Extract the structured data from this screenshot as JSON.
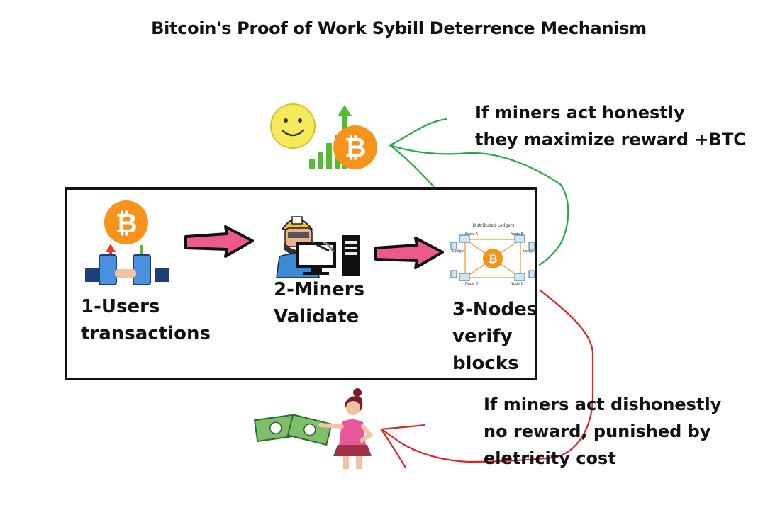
{
  "title": "Bitcoin's Proof of Work Sybill Deterrence Mechanism",
  "steps": [
    {
      "lines": [
        "1-Users",
        "transactions"
      ],
      "icon": "users-transacting-bitcoin-icon"
    },
    {
      "lines": [
        "2-Miners",
        "Validate"
      ],
      "icon": "miner-computer-icon"
    },
    {
      "lines": [
        "3-Nodes",
        "verify",
        "blocks"
      ],
      "icon": "distributed-ledger-network-icon"
    }
  ],
  "ledger": {
    "header": "Distributed Ledgers",
    "node_labels": [
      "Node A",
      "Node B",
      "Node C",
      "Node D"
    ],
    "ledger_label": "Ledger"
  },
  "honest": {
    "lines": [
      "If miners act honestly",
      "they maximize reward +BTC"
    ],
    "icon": "happy-bitcoin-growth-icon",
    "color": "#22aa44"
  },
  "dishonest": {
    "lines": [
      "If miners act dishonestly",
      "no reward, punished by",
      "eletricity cost"
    ],
    "icon": "woman-losing-money-icon",
    "color": "#dd2222"
  },
  "colors": {
    "bitcoin": "#f7931a",
    "arrow": "#ee5a8a",
    "box_border": "#111111"
  }
}
